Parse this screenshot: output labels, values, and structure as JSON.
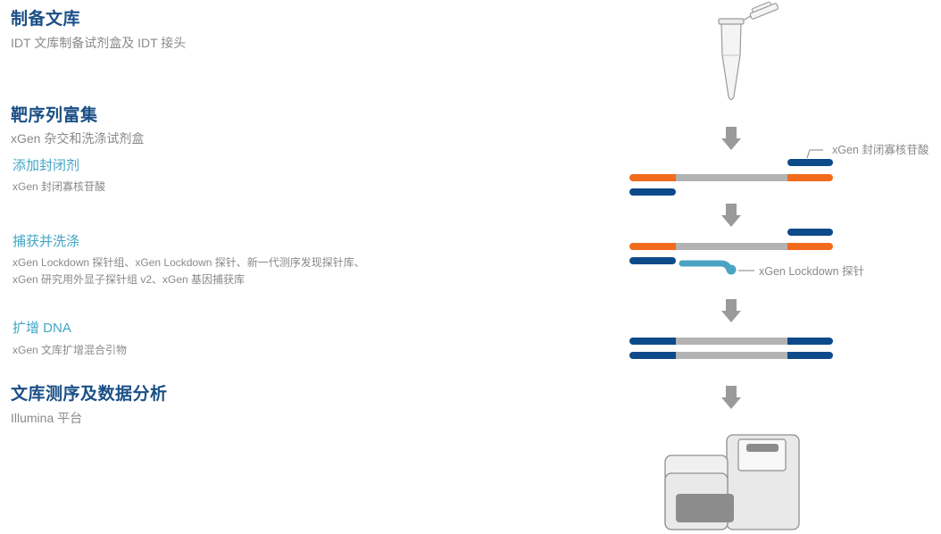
{
  "colors": {
    "heading": "#1a4f86",
    "subheading": "#41a6c7",
    "body_text": "#8a8a8a",
    "adapter_orange": "#f26b1d",
    "blocker_navy": "#0d4a8a",
    "insert_gray": "#b3b3b3",
    "probe_teal": "#4aa3c3",
    "arrow_gray": "#9a9a9a"
  },
  "steps": {
    "library_prep": {
      "title": "制备文库",
      "subtitle": "IDT 文库制备试剂盒及 IDT 接头"
    },
    "enrichment": {
      "title": "靶序列富集",
      "subtitle": "xGen 杂交和洗涤试剂盒",
      "substeps": [
        {
          "title": "添加封闭剂",
          "description": [
            "xGen 封闭寡核苷酸"
          ]
        },
        {
          "title": "捕获并洗涤",
          "description": [
            "xGen Lockdown 探针组、xGen Lockdown 探针、新一代测序发现探针库、",
            "xGen 研究用外显子探针组 v2、xGen 基因捕获库"
          ]
        },
        {
          "title": "扩增 DNA",
          "description": [
            "xGen 文库扩增混合引物"
          ]
        }
      ]
    },
    "sequencing": {
      "title": "文库测序及数据分析",
      "subtitle": "Illumina 平台"
    }
  },
  "diagram": {
    "labels": {
      "blocker": "xGen 封闭寡核苷酸",
      "probe": "xGen Lockdown 探针"
    },
    "icons": [
      "microcentrifuge-tube-icon",
      "down-arrow-icon",
      "sequencer-icon"
    ]
  }
}
